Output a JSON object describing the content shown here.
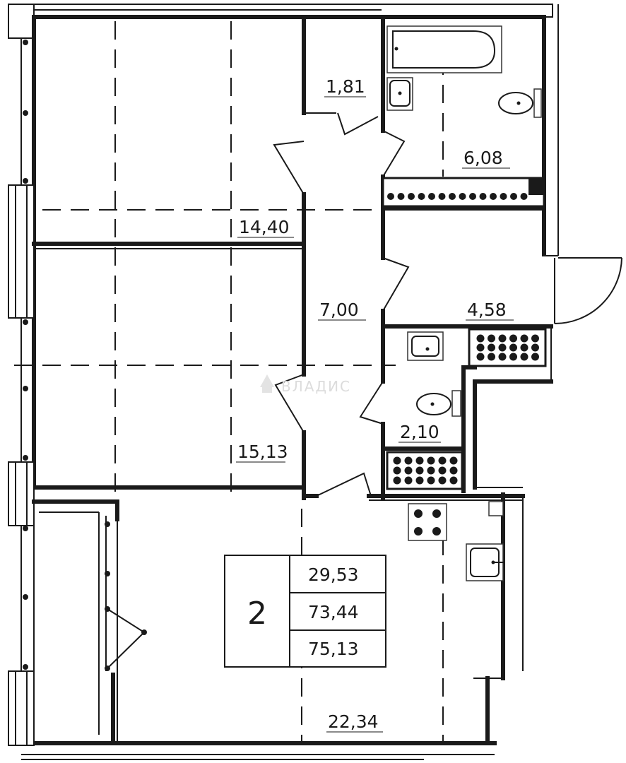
{
  "plan": {
    "rooms": [
      {
        "id": "hall-closet",
        "area": "1,81"
      },
      {
        "id": "bathroom",
        "area": "6,08"
      },
      {
        "id": "bedroom-top",
        "area": "14,40"
      },
      {
        "id": "corridor",
        "area": "7,00"
      },
      {
        "id": "entrance-hall",
        "area": "4,58"
      },
      {
        "id": "wc",
        "area": "2,10"
      },
      {
        "id": "bedroom-bottom",
        "area": "15,13"
      },
      {
        "id": "kitchen-living",
        "area": "22,34"
      }
    ],
    "summary": {
      "room_count": "2",
      "living_area": "29,53",
      "total_area": "73,44",
      "area_with_balcony": "75,13"
    },
    "watermark": "ВЛАДИС"
  }
}
